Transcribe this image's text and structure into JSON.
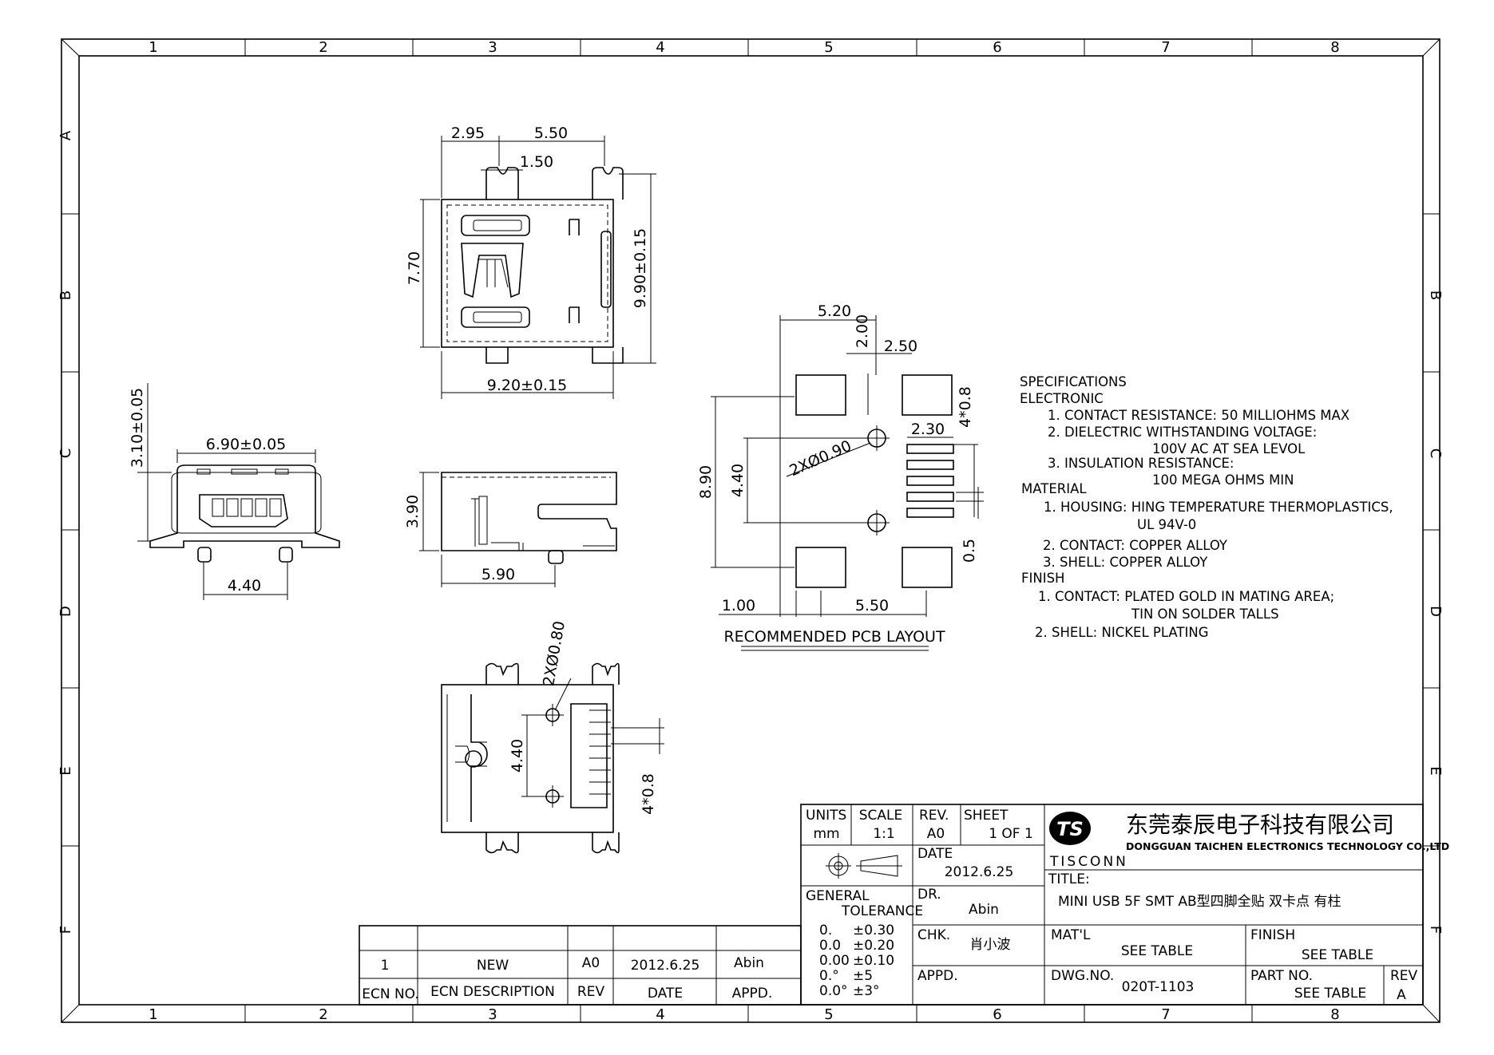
{
  "zones": {
    "columns": [
      "1",
      "2",
      "3",
      "4",
      "5",
      "6",
      "7",
      "8"
    ],
    "rows": [
      "A",
      "B",
      "C",
      "D",
      "E",
      "F"
    ]
  },
  "dimensions": {
    "top_view": {
      "w1": "2.95",
      "w2": "5.50",
      "slot": "1.50",
      "height": "7.70",
      "overall_height": "9.90±0.15",
      "overall_width": "9.20±0.15"
    },
    "front_view": {
      "height": "3.10±0.05",
      "width": "6.90±0.05",
      "pitch": "4.40"
    },
    "side_view": {
      "height": "3.90",
      "length": "5.90"
    },
    "bottom_view": {
      "holes": "2XØ0.80",
      "spacing": "4.40",
      "pitch": "4*0.8"
    },
    "pcb": {
      "width": "5.20",
      "pad_h": "2.00",
      "pad_w": "2.50",
      "pitch": "4*0.8",
      "pad_len": "2.30",
      "holes": "2XØ0.90",
      "hole_spacing": "4.40",
      "height": "8.90",
      "gap": "0.5",
      "edge": "1.00",
      "pad_span": "5.50",
      "caption": "RECOMMENDED PCB LAYOUT"
    }
  },
  "specifications": [
    "SPECIFICATIONS",
    "ELECTRONIC",
    "1. CONTACT RESISTANCE: 50 MILLIOHMS MAX",
    "2. DIELECTRIC WITHSTANDING VOLTAGE:",
    "100V AC AT SEA LEVOL",
    "3. INSULATION RESISTANCE:",
    "100 MEGA OHMS MIN",
    "MATERIAL",
    "1. HOUSING: HING TEMPERATURE THERMOPLASTICS,",
    "UL 94V-0",
    "2. CONTACT: COPPER ALLOY",
    "3. SHELL: COPPER ALLOY",
    "FINISH",
    "1. CONTACT: PLATED GOLD IN MATING AREA;",
    "TIN ON SOLDER TALLS",
    "2. SHELL: NICKEL PLATING"
  ],
  "title_block": {
    "units_label": "UNITS",
    "units": "mm",
    "scale_label": "SCALE",
    "scale": "1:1",
    "rev_label": "REV.",
    "rev": "A0",
    "sheet_label": "SHEET",
    "sheet": "1 OF 1",
    "date_label": "DATE",
    "date": "2012.6.25",
    "tolerance_label1": "GENERAL",
    "tolerance_label2": "TOLERANCE",
    "tolerances": [
      [
        "0.",
        "±0.30"
      ],
      [
        "0.0",
        "±0.20"
      ],
      [
        "0.00",
        "±0.10"
      ],
      [
        "0.°",
        "±5"
      ],
      [
        "0.0°",
        "±3°"
      ]
    ],
    "dr_label": "DR.",
    "dr": "Abin",
    "chk_label": "CHK.",
    "chk": "肖小波",
    "appd_label": "APPD.",
    "company_cn": "东莞泰辰电子科技有限公司",
    "company_en": "DONGGUAN TAICHEN ELECTRONICS TECHNOLOGY CO.,LTD",
    "logo_text": "TISCONN",
    "logo_mark": "TS",
    "title_label": "TITLE:",
    "title": "MINI USB 5F SMT AB型四脚全贴 双卡点 有柱",
    "matl_label": "MAT'L",
    "matl": "SEE TABLE",
    "finish_label": "FINISH",
    "finish": "SEE TABLE",
    "dwgno_label": "DWG.NO.",
    "dwgno": "020T-1103",
    "partno_label": "PART NO.",
    "partno": "SEE TABLE",
    "rev2_label": "REV",
    "rev2": "A"
  },
  "ecn_table": {
    "headers": [
      "ECN NO.",
      "ECN DESCRIPTION",
      "REV",
      "DATE",
      "APPD."
    ],
    "rows": [
      [
        "1",
        "NEW",
        "A0",
        "2012.6.25",
        "Abin"
      ]
    ]
  }
}
